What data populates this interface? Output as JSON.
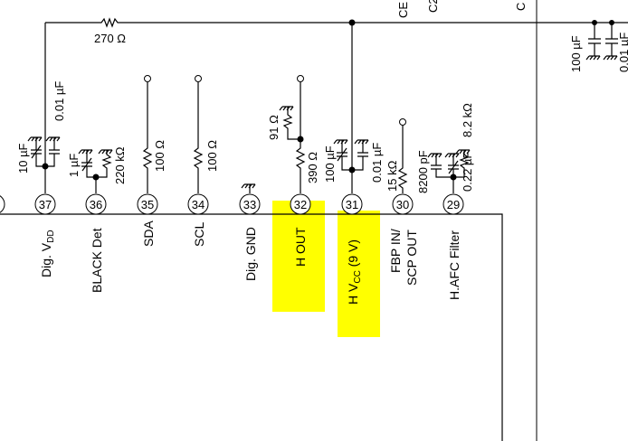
{
  "pins": [
    {
      "number": "37",
      "label": "Dig. VDD",
      "main": "Dig. V",
      "sub": "DD"
    },
    {
      "number": "36",
      "label": "BLACK Det",
      "main": "BLACK Det",
      "sub": ""
    },
    {
      "number": "35",
      "label": "SDA",
      "main": "SDA",
      "sub": ""
    },
    {
      "number": "34",
      "label": "SCL",
      "main": "SCL",
      "sub": ""
    },
    {
      "number": "33",
      "label": "Dig. GND",
      "main": "Dig. GND",
      "sub": ""
    },
    {
      "number": "32",
      "label": "H OUT",
      "main": "H OUT",
      "sub": ""
    },
    {
      "number": "31",
      "label": "H VCC (9 V)",
      "main": "H V",
      "sub": "CC",
      "tail": " (9 V)"
    },
    {
      "number": "30",
      "label": "FBP IN/ SCP OUT",
      "main": "FBP IN/",
      "line2": "SCP OUT",
      "sub": ""
    },
    {
      "number": "29",
      "label": "H.AFC Filter",
      "main": "H.AFC Filter",
      "sub": ""
    }
  ],
  "components": {
    "top_resistor": "270 Ω",
    "c37_a": "10 µF",
    "c37_b": "0.01 µF",
    "c36": "1 µF",
    "r36": "220 kΩ",
    "r35": "100 Ω",
    "r34": "100 Ω",
    "r32_top": "91 Ω",
    "r32": "390 Ω",
    "c31_a": "100 µF",
    "c31_b": "0.01 µF",
    "r30": "15 kΩ",
    "c29_a": "8200 pF",
    "c29_b": "0.22 µF",
    "r29": "8.2 kΩ",
    "right_c1": "100 µF",
    "right_c2": "0.01 µF"
  },
  "top_cut_labels": {
    "ce": "CE",
    "c2": "C2",
    "c": "C"
  },
  "highlight_color": "#ffff00"
}
